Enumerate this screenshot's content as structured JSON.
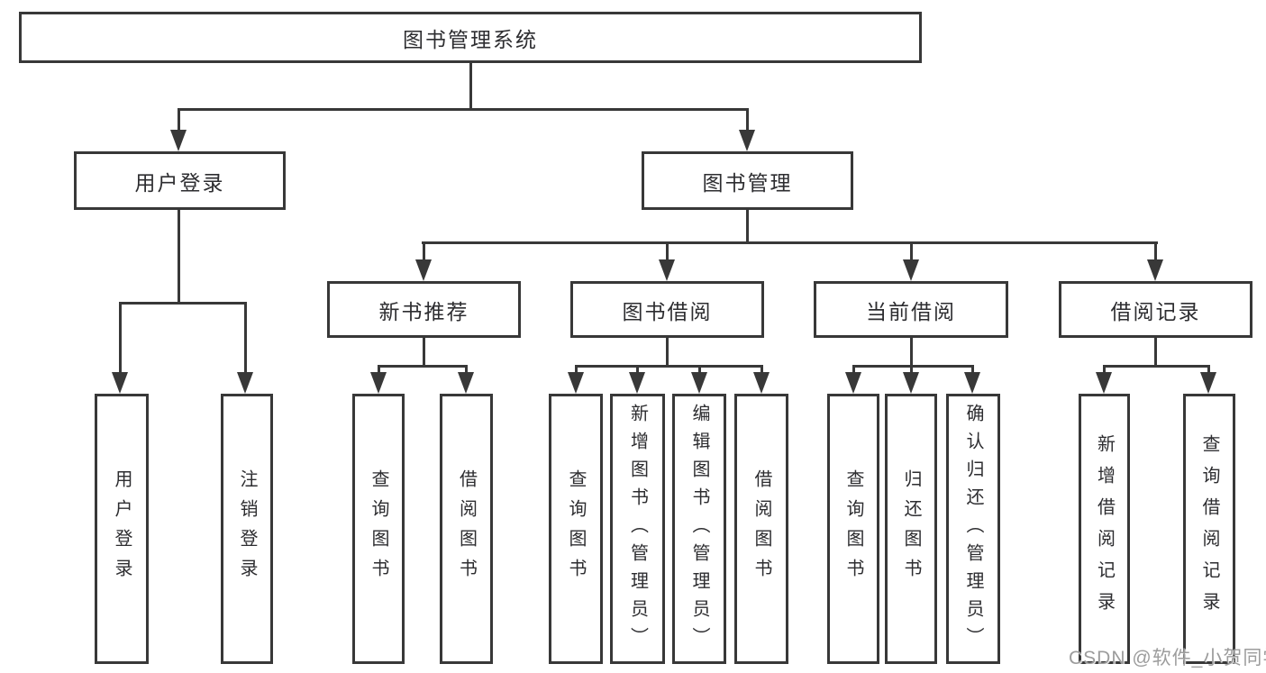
{
  "title": "图书管理系统",
  "watermark": "CSDN @软件_小贺同学",
  "colors": {
    "line": "#383838",
    "box_border": "#383838",
    "text": "#2d2d30",
    "background": "#ffffff",
    "watermark": "#9c9c9c"
  },
  "nodes": {
    "root": "图书管理系统",
    "user_login": "用户登录",
    "book_manage": "图书管理",
    "new_book_recommend": "新书推荐",
    "book_borrow": "图书借阅",
    "current_borrow": "当前借阅",
    "borrow_records": "借阅记录",
    "leaf_login": "用户登录",
    "leaf_logout": "注销登录",
    "leaf_query_book_rec": "查询图书",
    "leaf_borrow_book_rec": "借阅图书",
    "leaf_query_book_borrow": "查询图书",
    "leaf_add_book_admin": "新增图书（管理员）",
    "leaf_edit_book_admin": "编辑图书（管理员）",
    "leaf_borrow_book_borrow": "借阅图书",
    "leaf_query_book_current": "查询图书",
    "leaf_return_book": "归还图书",
    "leaf_confirm_return_admin": "确认归还（管理员）",
    "leaf_add_borrow_record": "新增借阅记录",
    "leaf_query_borrow_record": "查询借阅记录"
  },
  "hierarchy": {
    "图书管理系统": {
      "用户登录": [
        "用户登录",
        "注销登录"
      ],
      "图书管理": {
        "新书推荐": [
          "查询图书",
          "借阅图书"
        ],
        "图书借阅": [
          "查询图书",
          "新增图书（管理员）",
          "编辑图书（管理员）",
          "借阅图书"
        ],
        "当前借阅": [
          "查询图书",
          "归还图书",
          "确认归还（管理员）"
        ],
        "借阅记录": [
          "新增借阅记录",
          "查询借阅记录"
        ]
      }
    }
  }
}
